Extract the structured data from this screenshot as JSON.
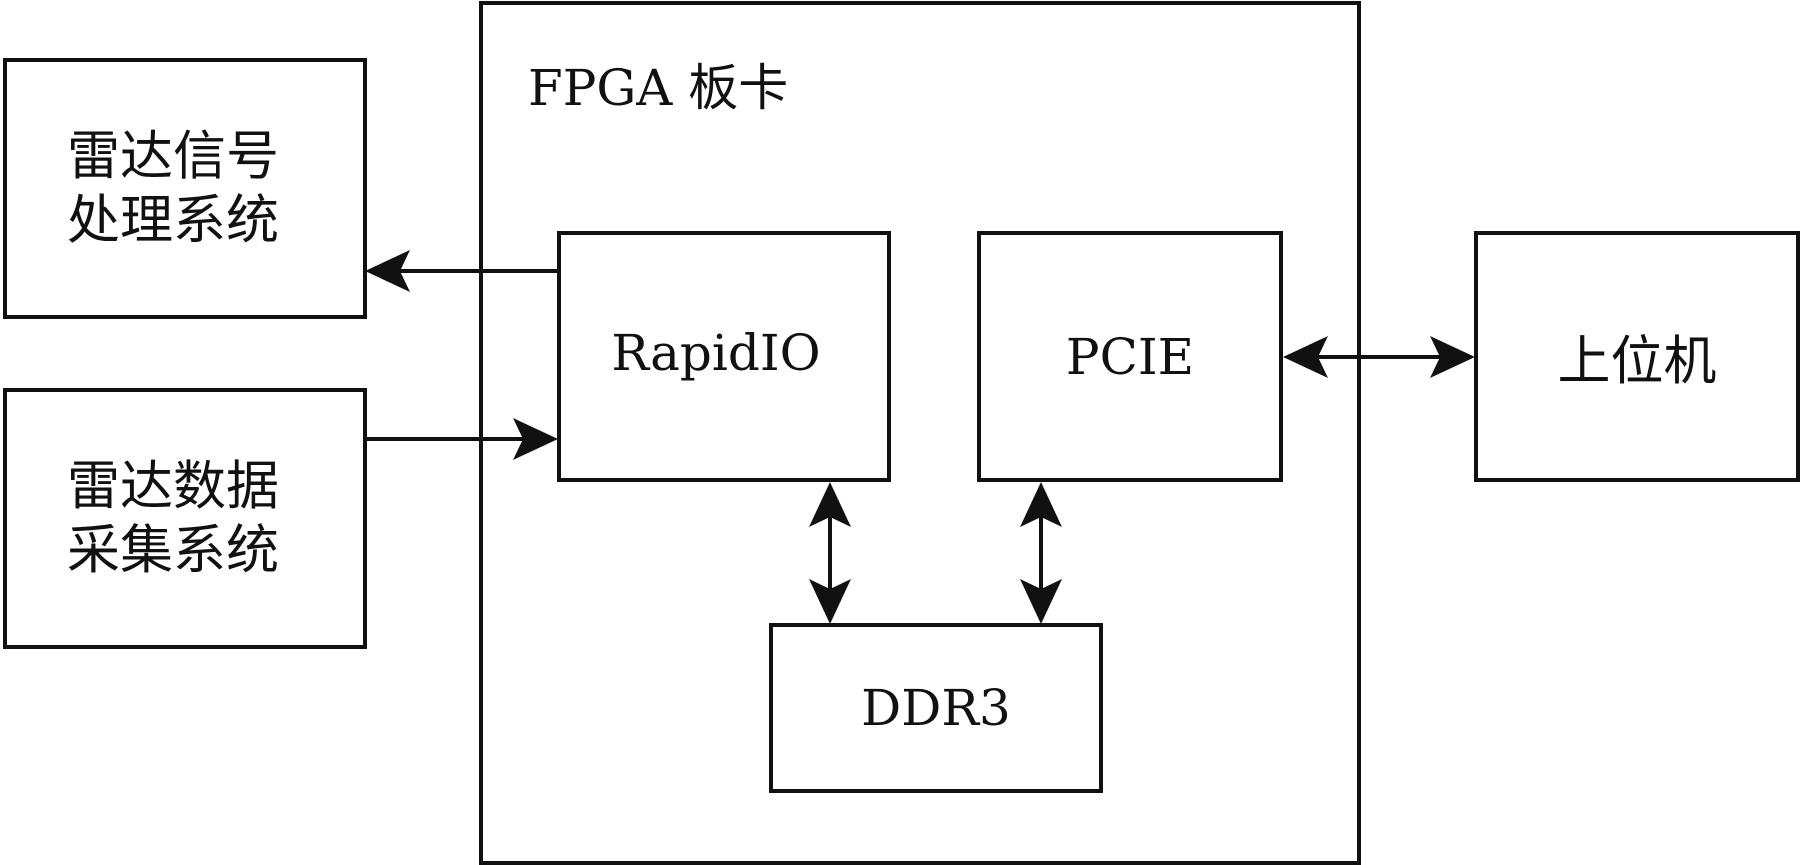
{
  "diagram": {
    "fpga_board": {
      "label": "FPGA 板卡"
    },
    "radar_signal_processing": {
      "line1": "雷达信号",
      "line2": "处理系统"
    },
    "radar_data_acquisition": {
      "line1": "雷达数据",
      "line2": "采集系统"
    },
    "rapidio": {
      "label": "RapidIO"
    },
    "pcie": {
      "label": "PCIE"
    },
    "ddr3": {
      "label": "DDR3"
    },
    "host_computer": {
      "label": "上位机"
    },
    "connections": [
      {
        "from": "rapidio",
        "to": "radar_signal_processing",
        "direction": "one-way"
      },
      {
        "from": "radar_data_acquisition",
        "to": "rapidio",
        "direction": "one-way"
      },
      {
        "from": "pcie",
        "to": "host_computer",
        "direction": "two-way"
      },
      {
        "from": "rapidio",
        "to": "ddr3",
        "direction": "two-way"
      },
      {
        "from": "pcie",
        "to": "ddr3",
        "direction": "two-way"
      }
    ],
    "colors": {
      "stroke": "#111111",
      "background": "#ffffff"
    }
  }
}
